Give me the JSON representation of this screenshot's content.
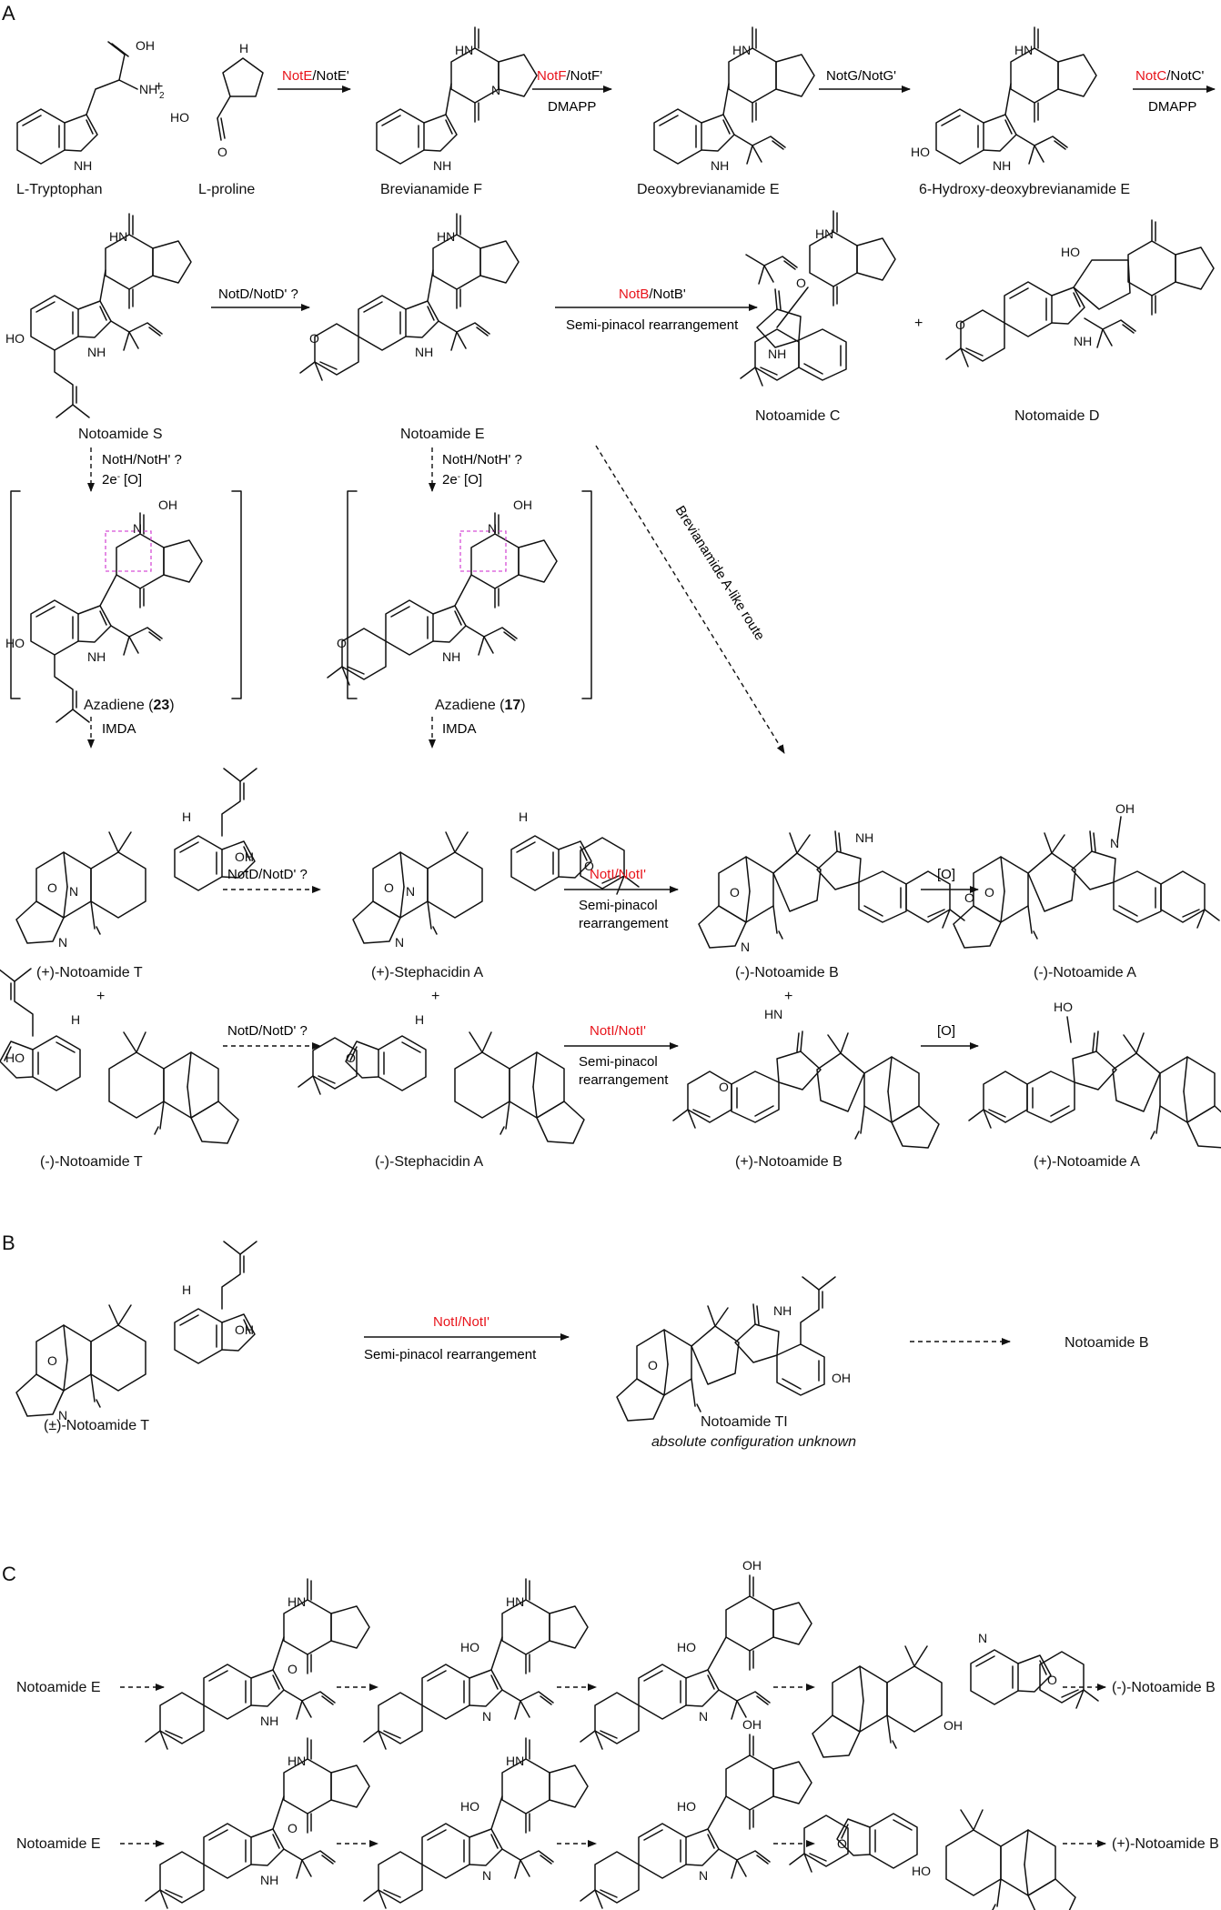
{
  "panels": [
    "A",
    "B",
    "C"
  ],
  "compounds": {
    "trp": "L-Tryptophan",
    "pro": "L-proline",
    "brevF": "Brevianamide F",
    "deoxyE": "Deoxybrevianamide E",
    "hydroxy": "6-Hydroxy-deoxybrevianamide E",
    "notS": "Notoamide S",
    "notE": "Notoamide E",
    "notC": "Notoamide C",
    "notD": "Notomaide D",
    "aza23_pre": "Azadiene (",
    "aza23_num": "23",
    "aza17_num": "17",
    "aza_post": ")",
    "pT": "(+)-Notoamide T",
    "pStA": "(+)-Stephacidin A",
    "mB": "(-)-Notoamide B",
    "mA": "(-)-Notoamide A",
    "mT": "(-)-Notoamide T",
    "mStA": "(-)-Stephacidin A",
    "pB": "(+)-Notoamide B",
    "pA": "(+)-Notoamide A",
    "racT": "(±)-Notoamide T",
    "TI": "Notoamide TI",
    "TI_note": "absolute configuration unknown",
    "notB": "Notoamide B",
    "c_notE": "Notoamide E",
    "c_mB": "(-)-Notoamide B",
    "c_pB": "(+)-Notoamide B"
  },
  "enzymes": {
    "e1_red": "NotE",
    "e1_black": "/NotE'",
    "e2_red": "NotF",
    "e2_black": "/NotF'",
    "e3": "NotG/NotG'",
    "e4_red": "NotC",
    "e4_black": "/NotC'",
    "dmapp": "DMAPP",
    "notD_q": "NotD/NotD' ?",
    "notB_red": "NotB",
    "notB_black": "/NotB'",
    "semi": "Semi-pinacol rearrangement",
    "notH_q": "NotH/NotH' ?",
    "oxid_2e": "2e",
    "oxid_sup": "-",
    "oxid_O": "[O]",
    "imda": "IMDA",
    "brev_route": "Brevianamide A-like route",
    "notI_red": "NotI/NotI'",
    "semi1": "Semi-pinacol",
    "semi2": "rearrangement",
    "O_ox": "[O]",
    "plus": "+"
  },
  "atoms": {
    "OH": "OH",
    "NH2": "NH",
    "sub2": "2",
    "NH": "NH",
    "HN": "HN",
    "HO": "HO",
    "H": "H",
    "N": "N",
    "O": "O"
  },
  "colors": {
    "enzyme_active": "#e8141b",
    "highlight": "#d64fd6",
    "ink": "#111111"
  }
}
